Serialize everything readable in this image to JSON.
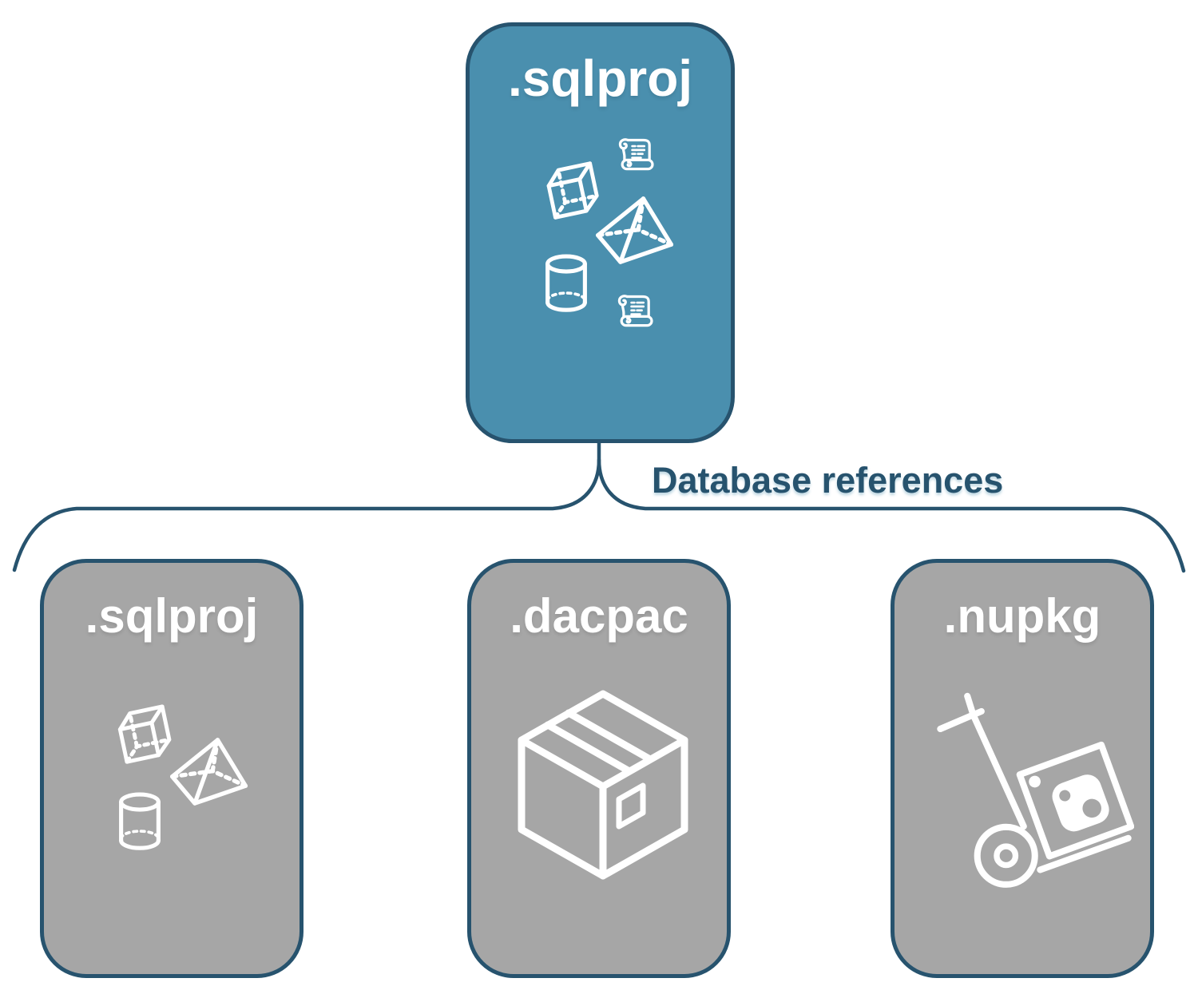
{
  "colors": {
    "teal": "#4A8FAE",
    "navy": "#27536E",
    "gray": "#A6A6A6",
    "white": "#FFFFFF"
  },
  "root_box": {
    "label": ".sqlproj",
    "icons": [
      "cube-icon",
      "scroll-icon",
      "pyramid-icon",
      "cylinder-icon",
      "scroll-icon"
    ]
  },
  "connector": {
    "label": "Database references"
  },
  "child_boxes": [
    {
      "id": "sqlproj",
      "label": ".sqlproj",
      "icons": [
        "cube-icon",
        "pyramid-icon",
        "cylinder-icon"
      ]
    },
    {
      "id": "dacpac",
      "label": ".dacpac",
      "icons": [
        "package-box-icon"
      ]
    },
    {
      "id": "nupkg",
      "label": ".nupkg",
      "icons": [
        "hand-truck-icon"
      ]
    }
  ]
}
